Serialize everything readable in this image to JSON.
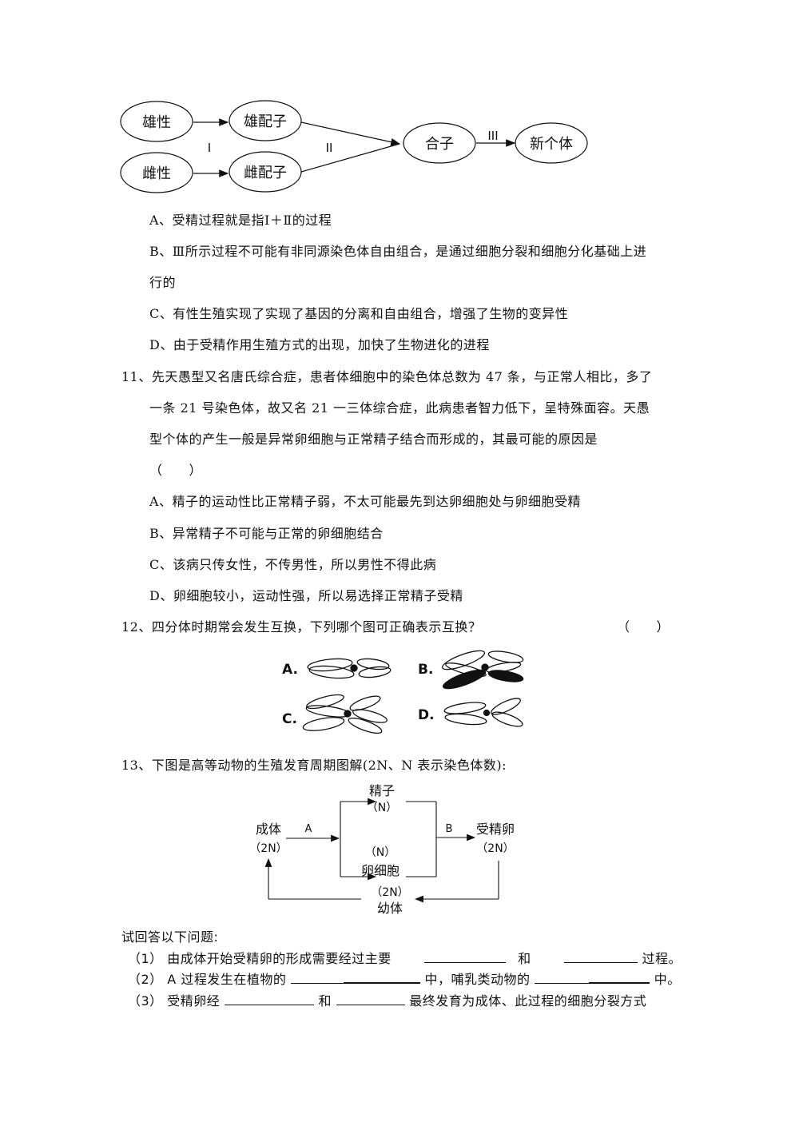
{
  "diagram1": {
    "nodes": {
      "male": "雄性",
      "female": "雌性",
      "male_gamete": "雄配子",
      "female_gamete": "雌配子",
      "zygote": "合子",
      "new_individual": "新个体"
    },
    "labels": {
      "i": "I",
      "ii": "II",
      "iii": "III"
    }
  },
  "q10": {
    "options": [
      "A、受精过程就是指Ⅰ＋Ⅱ的过程",
      "B、Ⅲ所示过程不可能有非同源染色体自由组合，是通过细胞分裂和细胞分化基础上进",
      "行的",
      "C、有性生殖实现了实现了基因的分离和自由组合，增强了生物的变异性",
      "D、由于受精作用生殖方式的出现，加快了生物进化的进程"
    ]
  },
  "q11": {
    "lines": [
      "11、先天愚型又名唐氏综合症，患者体细胞中的染色体总数为 47 条，与正常人相比，多了",
      "一条 21 号染色体，故又名 21 一三体综合症，此病患者智力低下，呈特殊面容。天愚",
      "型个体的产生一般是异常卵细胞与正常精子结合而形成的，其最可能的原因是",
      "（　　）"
    ],
    "options": [
      "A、精子的运动性比正常精子弱，不太可能最先到达卵细胞处与卵细胞受精",
      "B、异常精子不可能与正常的卵细胞结合",
      "C、该病只传女性，不传男性，所以男性不得此病",
      "D、卵细胞较小，运动性强，所以易选择正常精子受精"
    ]
  },
  "q12": {
    "stem": "12、四分体时期常会发生互换，下列哪个图可正确表示互换？",
    "bracket": "（　　）",
    "figure_labels": [
      "A.",
      "B.",
      "C.",
      "D."
    ]
  },
  "q13": {
    "stem": "13、下图是高等动物的生殖发育周期图解(2N、N 表示染色体数):",
    "diagram": {
      "adult": "成体",
      "adult_n": "（2N）",
      "sperm": "精子",
      "sperm_n": "（N）",
      "egg_n": "（N）",
      "egg": "卵细胞",
      "fertilized": "受精卵",
      "fertilized_n": "（2N）",
      "juvenile_n": "（2N）",
      "juvenile": "幼体",
      "label_a": "A",
      "label_b": "B"
    },
    "prompt": "试回答以下问题:",
    "sub1": {
      "num": "（1）",
      "text_a": "由成体开始受精卵的形成需要经过主要",
      "text_b": "和",
      "text_c": "过程。"
    },
    "sub2": {
      "num": "（2）",
      "text_a": "A 过程发生在植物的",
      "text_b": "中，哺乳类动物的",
      "text_c": "中。"
    },
    "sub3": {
      "num": "（3）",
      "text_a": "受精卵经",
      "text_b": "和",
      "text_c": "最终发育为成体、此过程的细胞分裂方式"
    }
  }
}
